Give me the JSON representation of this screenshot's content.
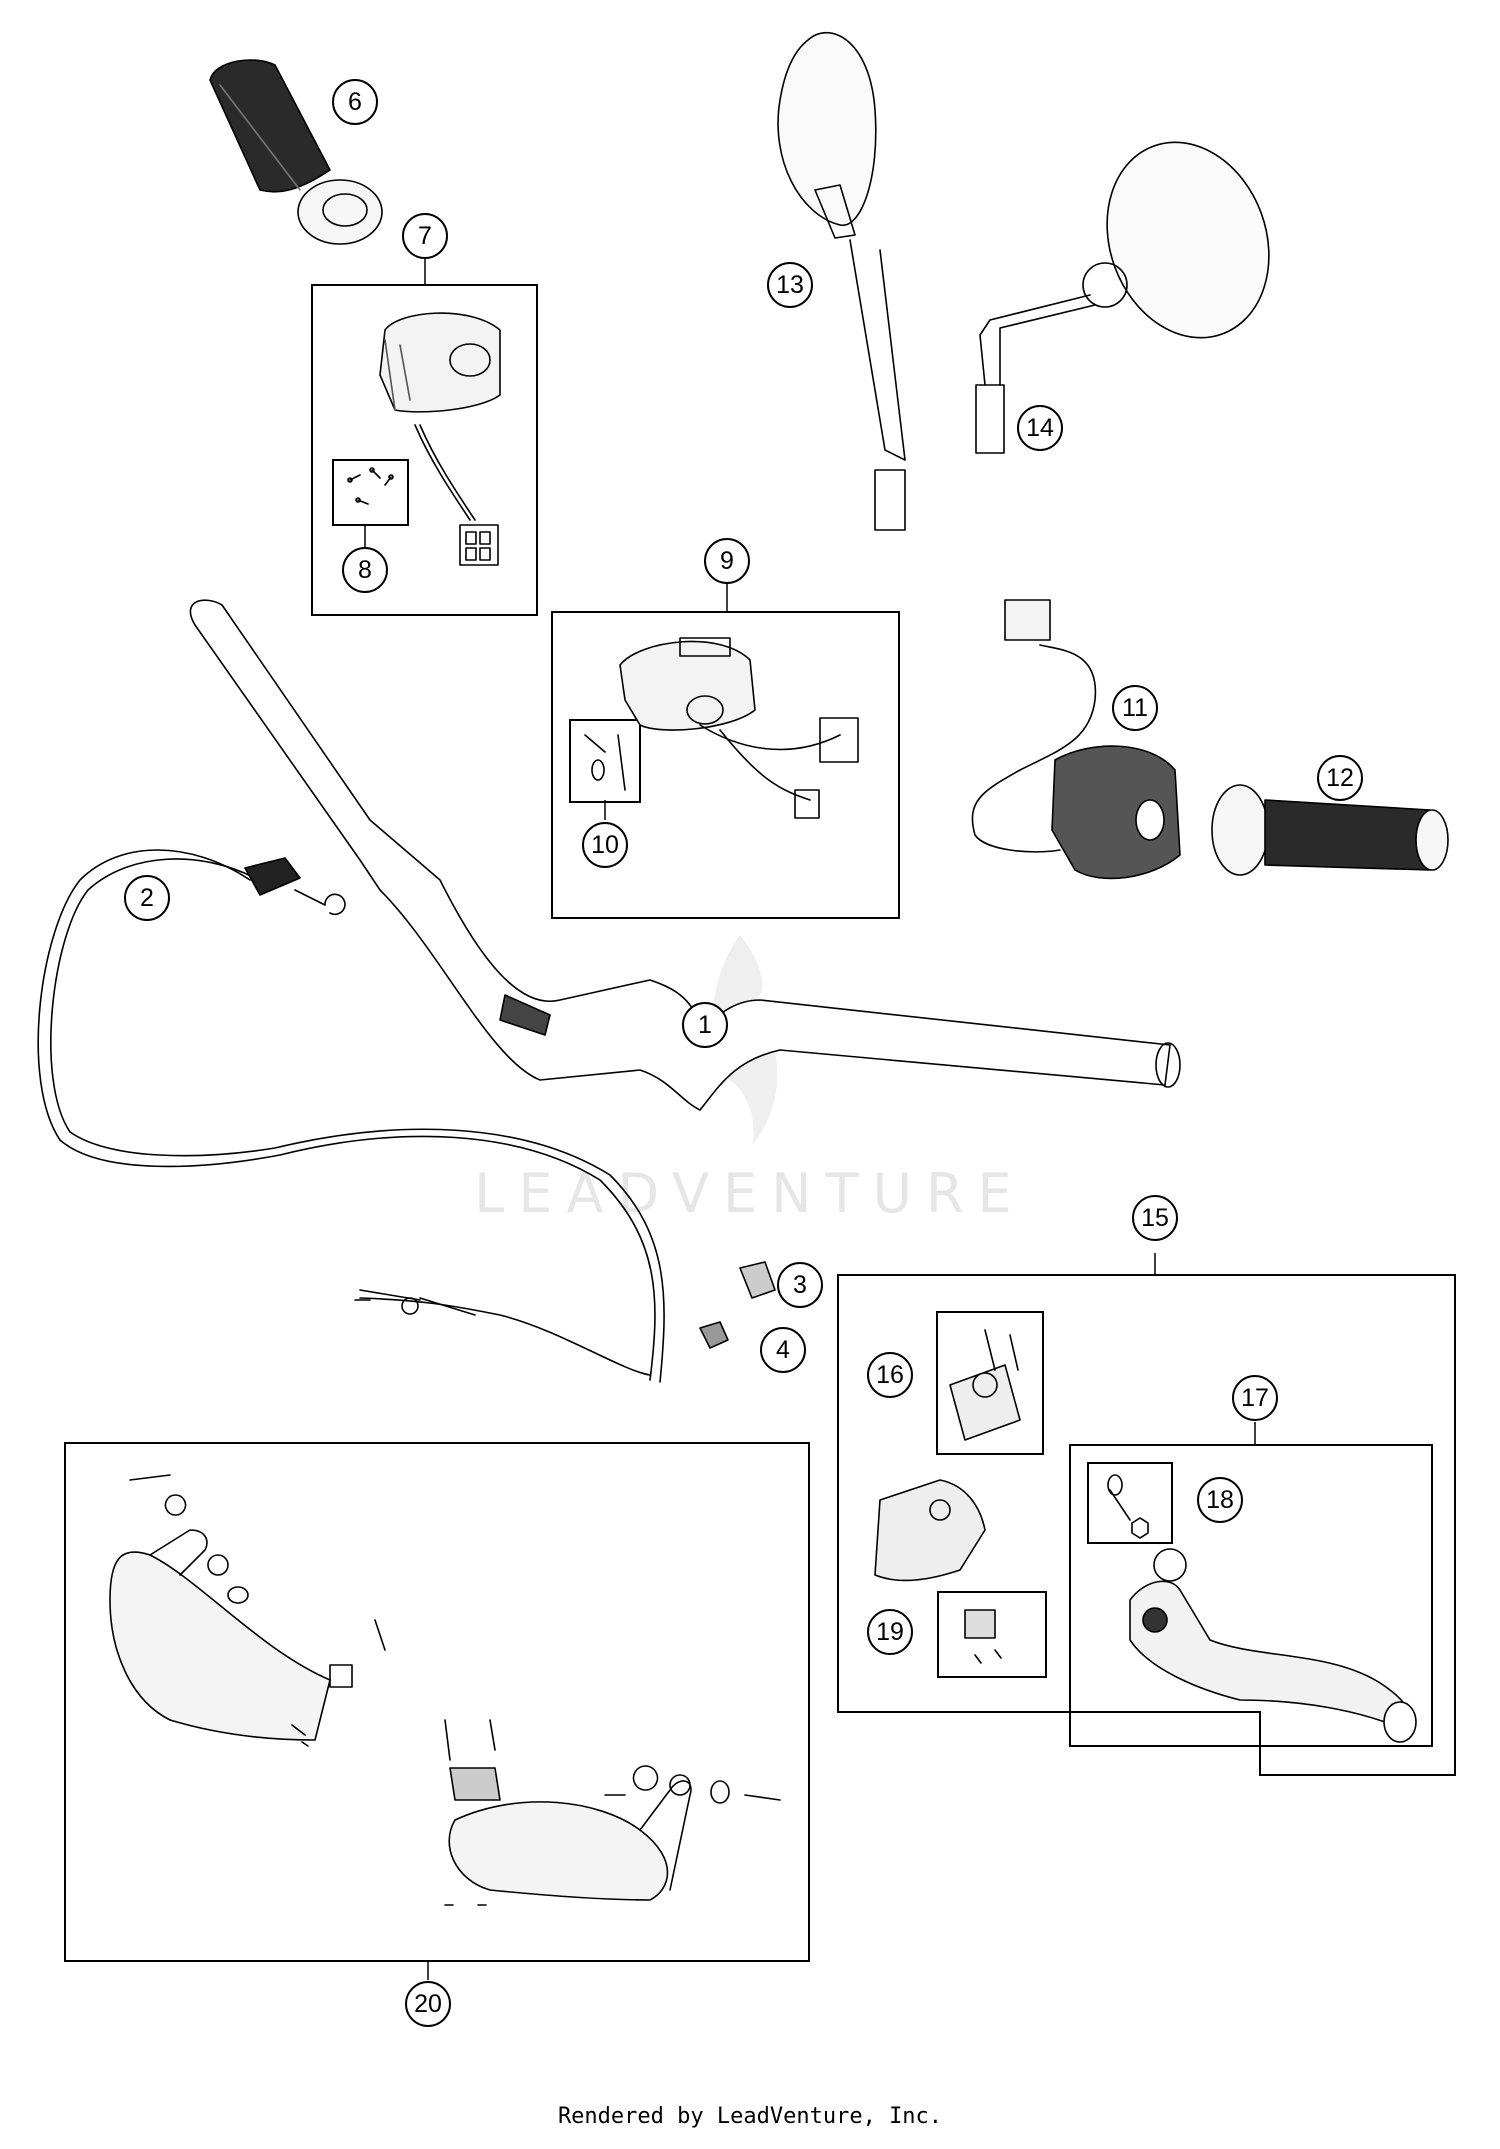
{
  "callouts": [
    {
      "id": "1",
      "label": "1"
    },
    {
      "id": "2",
      "label": "2"
    },
    {
      "id": "3",
      "label": "3"
    },
    {
      "id": "4",
      "label": "4"
    },
    {
      "id": "6",
      "label": "6"
    },
    {
      "id": "7",
      "label": "7"
    },
    {
      "id": "8",
      "label": "8"
    },
    {
      "id": "9",
      "label": "9"
    },
    {
      "id": "10",
      "label": "10"
    },
    {
      "id": "11",
      "label": "11"
    },
    {
      "id": "12",
      "label": "12"
    },
    {
      "id": "13",
      "label": "13"
    },
    {
      "id": "14",
      "label": "14"
    },
    {
      "id": "15",
      "label": "15"
    },
    {
      "id": "16",
      "label": "16"
    },
    {
      "id": "17",
      "label": "17"
    },
    {
      "id": "18",
      "label": "18"
    },
    {
      "id": "19",
      "label": "19"
    },
    {
      "id": "20",
      "label": "20"
    }
  ],
  "watermark": {
    "text": "LEADVENTURE"
  },
  "footer": {
    "text": "Rendered by LeadVenture, Inc."
  }
}
